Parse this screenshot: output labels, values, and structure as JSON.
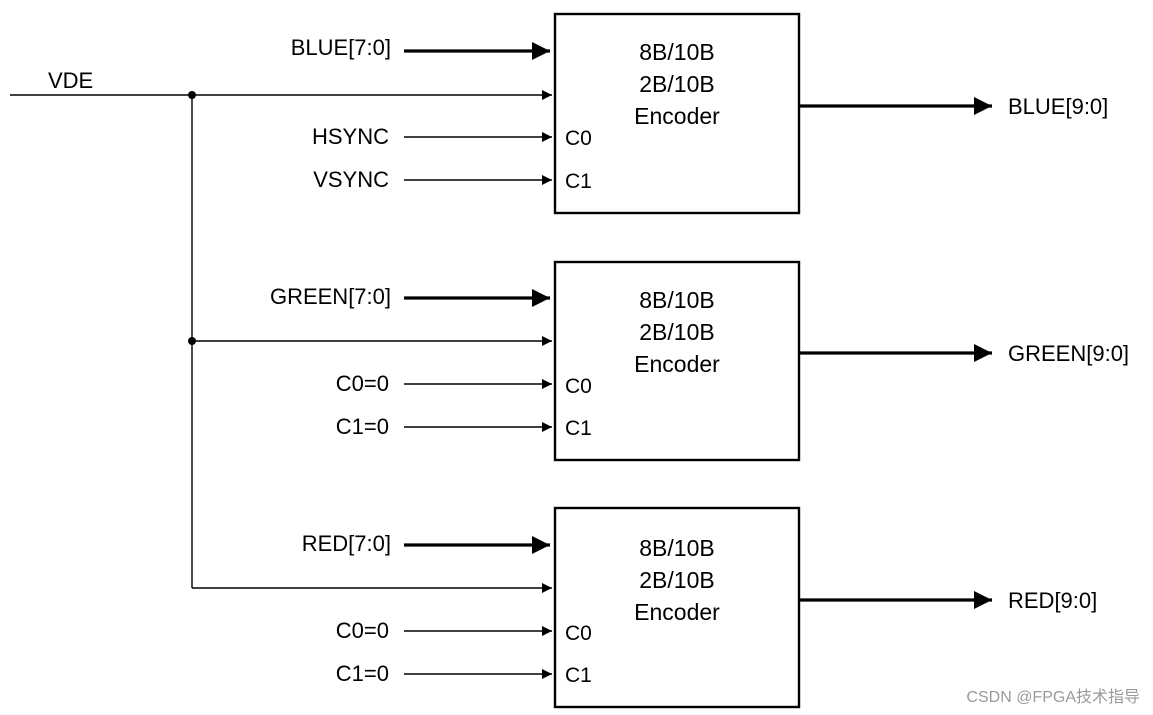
{
  "vde_label": "VDE",
  "encoders": [
    {
      "block_lines": [
        "8B/10B",
        "2B/10B",
        "Encoder"
      ],
      "data_in": "BLUE[7:0]",
      "ctrl_in": [
        "HSYNC",
        "VSYNC"
      ],
      "ports": [
        "C0",
        "C1"
      ],
      "data_out": "BLUE[9:0]"
    },
    {
      "block_lines": [
        "8B/10B",
        "2B/10B",
        "Encoder"
      ],
      "data_in": "GREEN[7:0]",
      "ctrl_in": [
        "C0=0",
        "C1=0"
      ],
      "ports": [
        "C0",
        "C1"
      ],
      "data_out": "GREEN[9:0]"
    },
    {
      "block_lines": [
        "8B/10B",
        "2B/10B",
        "Encoder"
      ],
      "data_in": "RED[7:0]",
      "ctrl_in": [
        "C0=0",
        "C1=0"
      ],
      "ports": [
        "C0",
        "C1"
      ],
      "data_out": "RED[9:0]"
    }
  ],
  "watermark": "CSDN @FPGA技术指导"
}
